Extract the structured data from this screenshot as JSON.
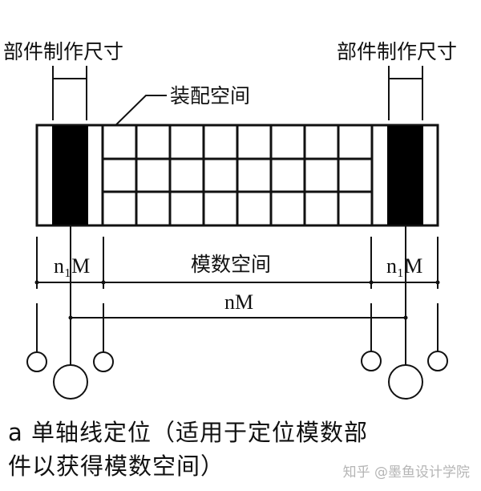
{
  "diagram": {
    "labels": {
      "component_size_left": "部件制作尺寸",
      "component_size_right": "部件制作尺寸",
      "assembly_space": "装配空间",
      "modular_space": "模数空间",
      "n1m_left": "n₁M",
      "n1m_right": "n₁M",
      "nm": "nM"
    },
    "grid": {
      "columns": 8,
      "rows": 3
    },
    "colors": {
      "line": "#111111",
      "fill_block": "#000000",
      "background": "#ffffff"
    }
  },
  "caption": {
    "line1": "a 单轴线定位（适用于定位模数部",
    "line2": "件以获得模数空间）"
  },
  "watermark": "知乎 @墨鱼设计学院"
}
